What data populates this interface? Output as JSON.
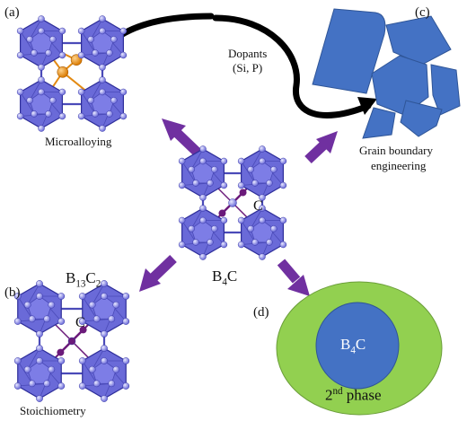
{
  "panels": {
    "a": "(a)",
    "b": "(b)",
    "c": "(c)",
    "d": "(d)"
  },
  "captions": {
    "microalloying": "Microalloying",
    "grain_boundary_line1": "Grain boundary",
    "grain_boundary_line2": "engineering",
    "stoichiometry": "Stoichiometry"
  },
  "dopants": {
    "line1": "Dopants",
    "line2": "(Si, P)"
  },
  "center": {
    "formula_base": "B",
    "formula_sub": "4",
    "formula_tail": "C",
    "c_atom": "C"
  },
  "panel_b": {
    "b": "B",
    "b_sub": "13",
    "c": "C",
    "c_sub": "2",
    "c_atom": "C"
  },
  "panel_d": {
    "core_base": "B",
    "core_sub": "4",
    "core_tail": "C",
    "phase_num": "2",
    "phase_sup": "nd",
    "phase_word": " phase"
  },
  "colors": {
    "icosahedron": "#6a6ad8",
    "icosahedron_edge": "#2e2e9a",
    "atom": "#b7b7f0",
    "carbon_chain": "#6b1a7a",
    "dopant_atom": "#e38a12",
    "arrow": "#7030a0",
    "grain": "#4472c4",
    "grain_edge": "#2f5597",
    "second_phase": "#92d050",
    "core": "#4472c4"
  }
}
